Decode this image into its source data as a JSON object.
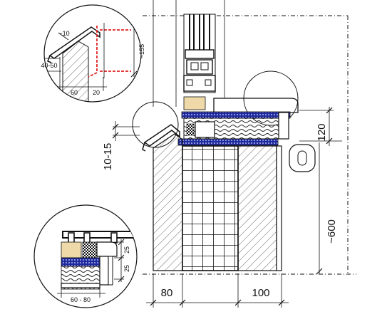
{
  "detail_top": {
    "d_10": "~10",
    "d_40_50": "40-50",
    "d_60": "60",
    "d_20": "20",
    "d_155": "~155"
  },
  "detail_bottom": {
    "d_25a": "25",
    "d_25b": "25",
    "d_60_80": "60 - 80"
  },
  "main": {
    "d_10_15": "10-15",
    "d_120": "120",
    "d_600": "~600",
    "d_80": "80",
    "d_100": "100"
  },
  "colors": {
    "line": "#111111",
    "red_dashed": "#e02020",
    "blue_band": "#1f2a9c",
    "wood": "#efd9a8"
  }
}
